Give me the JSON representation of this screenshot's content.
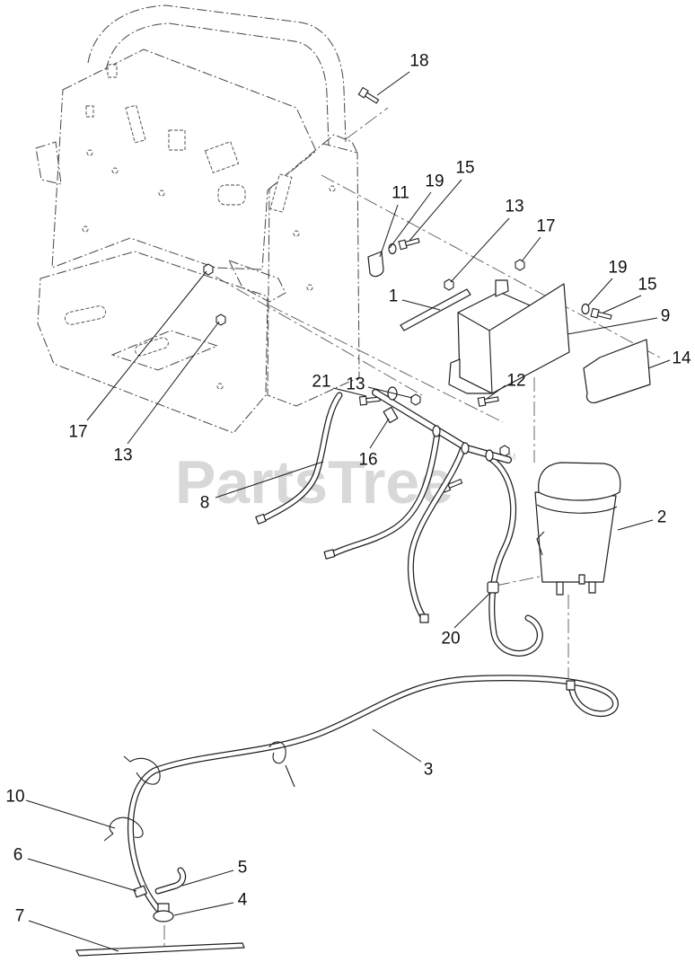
{
  "watermark": {
    "text": "PartsTree",
    "tm": "TM"
  },
  "callouts": [
    "18",
    "11",
    "19",
    "15",
    "13",
    "17",
    "1",
    "19",
    "15",
    "9",
    "14",
    "17",
    "13",
    "13",
    "21",
    "12",
    "16",
    "8",
    "2",
    "20",
    "3",
    "10",
    "6",
    "5",
    "4",
    "7"
  ]
}
